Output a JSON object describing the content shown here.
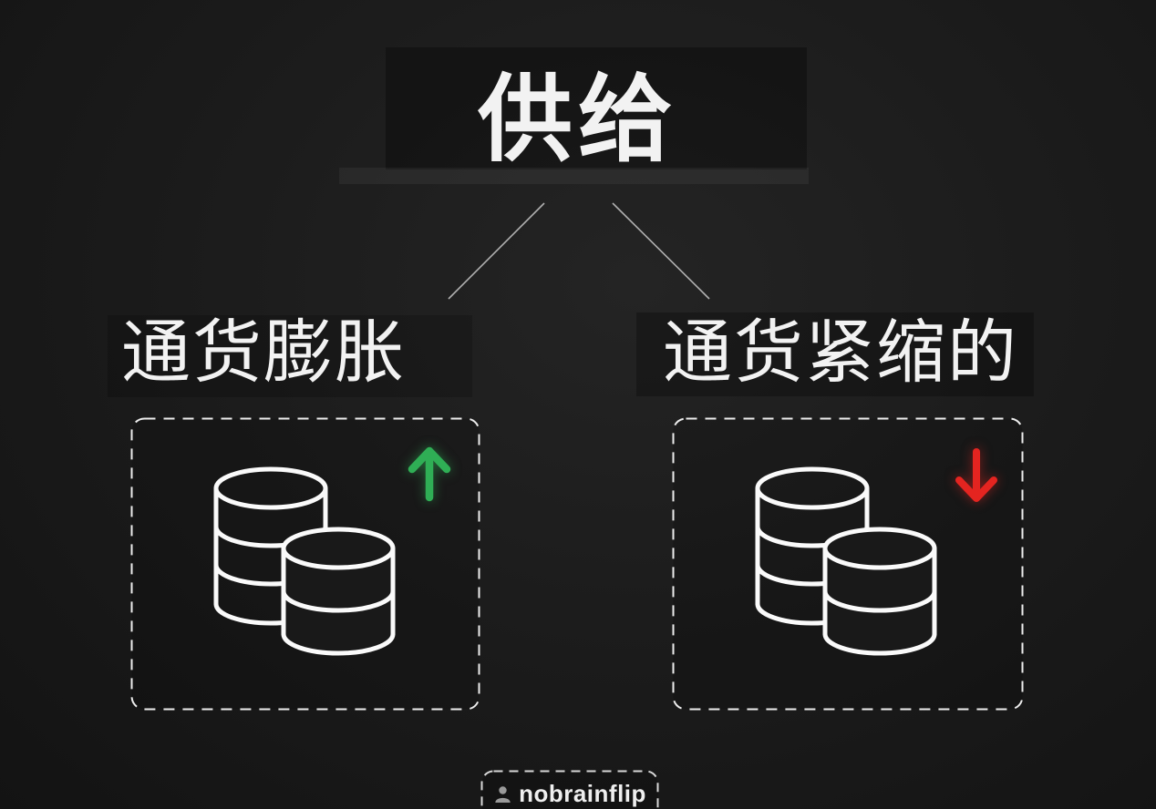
{
  "title": "供给",
  "branches": {
    "left": {
      "label": "通货膨胀",
      "trend_icon": "arrow-up-icon",
      "trend_color": "#2fae55",
      "item_icon": "coin-stacks-icon"
    },
    "right": {
      "label": "通货紧缩的",
      "trend_icon": "arrow-down-icon",
      "trend_color": "#e42420",
      "item_icon": "coin-stacks-icon"
    }
  },
  "watermark": {
    "handle": "nobrainflip",
    "icon": "person-icon"
  },
  "colors": {
    "background": "#1c1c1c",
    "text": "#f2f2f2",
    "connector_line": "#b0b0b0",
    "dashed_border": "#ededed",
    "coin_outline": "#fafafa",
    "up_arrow_green": "#2fae55",
    "down_arrow_red": "#e42420",
    "watermark_icon_gray": "#9a9a9a"
  }
}
